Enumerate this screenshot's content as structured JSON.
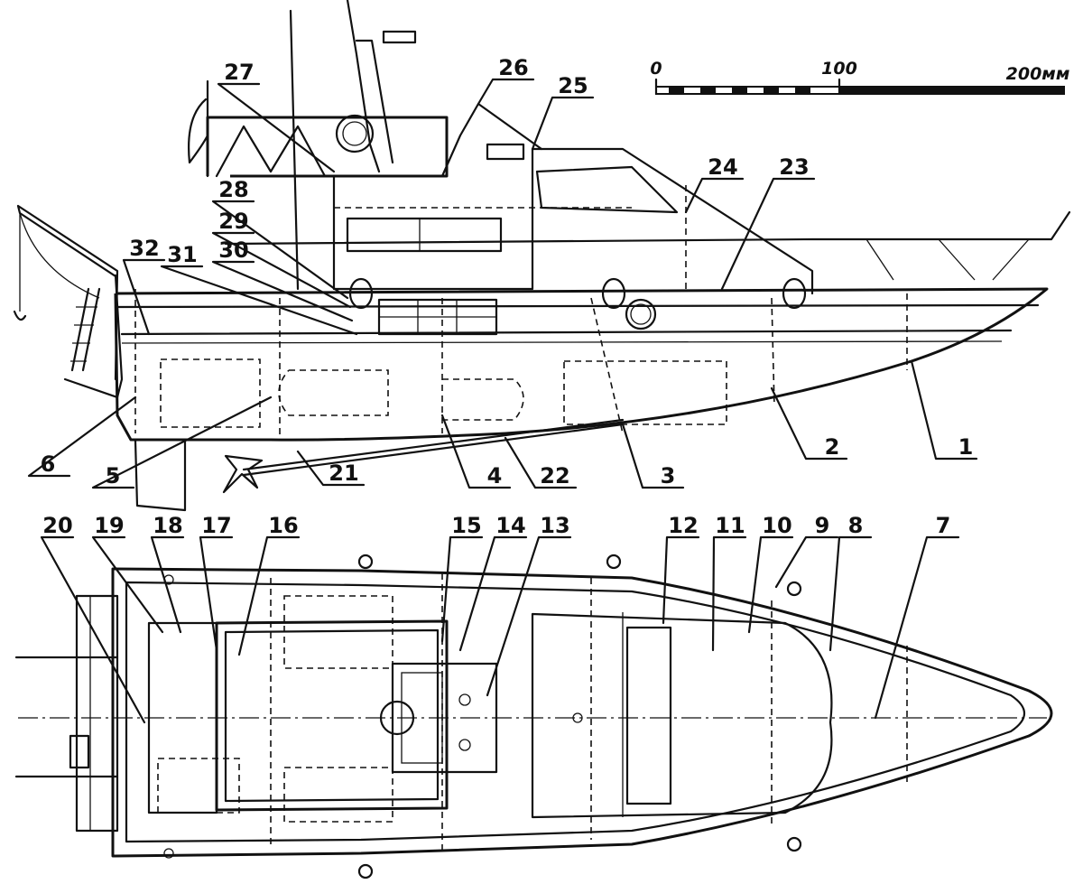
{
  "scale_bar": {
    "t0": "0",
    "t1": "100",
    "t2": "200мм"
  },
  "side_view_labels": [
    "1",
    "2",
    "3",
    "4",
    "5",
    "6",
    "21",
    "22",
    "23",
    "24",
    "25",
    "26",
    "27",
    "28",
    "29",
    "30",
    "31",
    "32"
  ],
  "plan_view_labels": [
    "7",
    "8",
    "9",
    "10",
    "11",
    "12",
    "13",
    "14",
    "15",
    "16",
    "17",
    "18",
    "19",
    "20"
  ]
}
